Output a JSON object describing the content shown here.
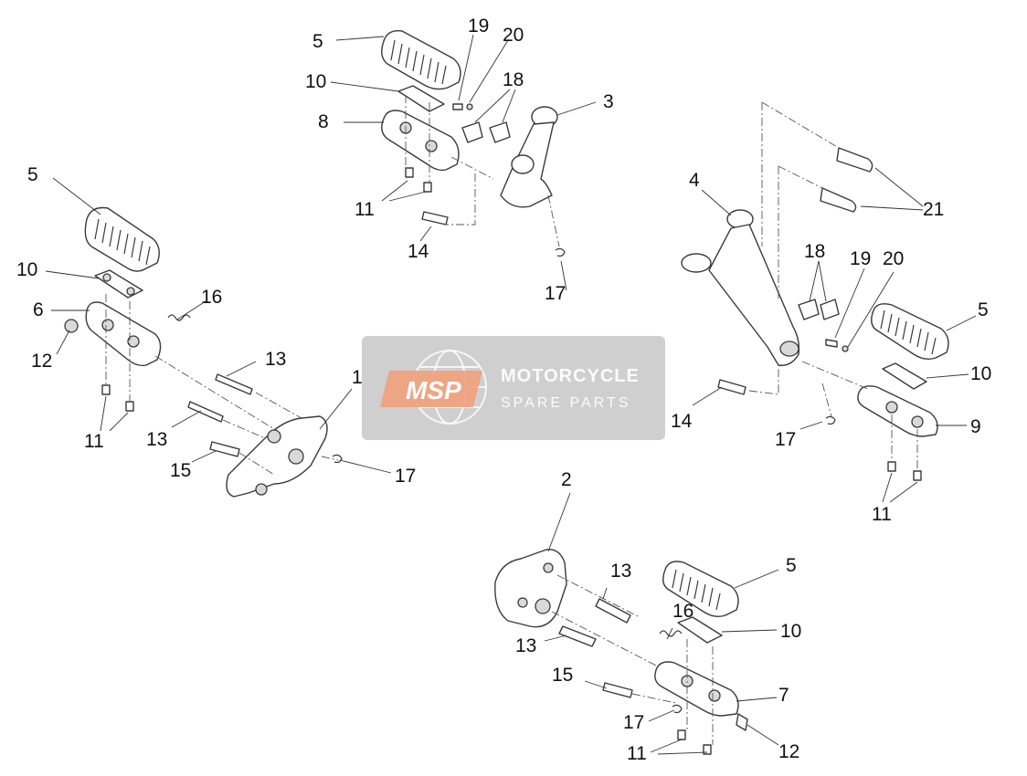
{
  "diagram": {
    "callouts": {
      "left_5": "5",
      "left_10": "10",
      "left_6": "6",
      "left_16": "16",
      "left_12": "12",
      "left_11": "11",
      "left_13a": "13",
      "left_13b": "13",
      "left_1": "1",
      "left_15": "15",
      "left_17": "17",
      "top_5": "5",
      "top_19": "19",
      "top_20": "20",
      "top_10": "10",
      "top_18": "18",
      "top_3": "3",
      "top_8": "8",
      "top_11": "11",
      "top_14": "14",
      "top_17": "17",
      "right_4": "4",
      "right_21": "21",
      "right_18": "18",
      "right_19": "19",
      "right_20": "20",
      "right_5": "5",
      "right_10": "10",
      "right_9": "9",
      "right_14": "14",
      "right_17": "17",
      "right_11": "11",
      "bottom_2": "2",
      "bottom_13a": "13",
      "bottom_5": "5",
      "bottom_16": "16",
      "bottom_10": "10",
      "bottom_13b": "13",
      "bottom_15": "15",
      "bottom_7": "7",
      "bottom_17": "17",
      "bottom_11": "11",
      "bottom_12": "12"
    },
    "watermark": {
      "logo": "MSP",
      "brand": "MOTORCYCLE",
      "subtitle": "SPARE PARTS"
    }
  }
}
